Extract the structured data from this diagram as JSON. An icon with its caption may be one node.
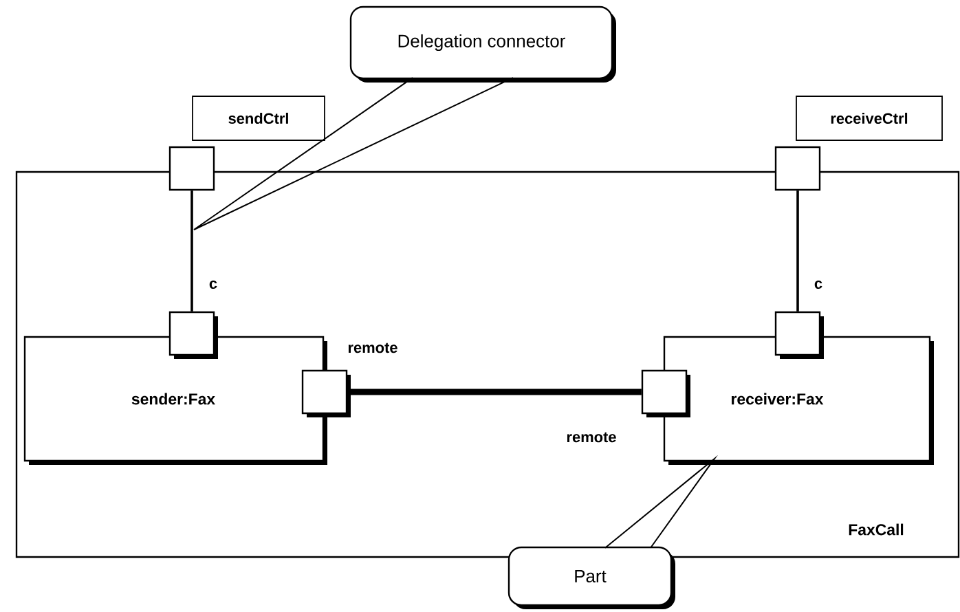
{
  "diagram": {
    "nodes": [
      {
        "text": [
          "FaxCall"
        ]
      },
      {
        "text": [
          "sender:Fax"
        ],
        "in": 0
      },
      {
        "text": [
          "receiver:Fax"
        ],
        "in": 0
      },
      {
        "text": [
          "sendCtrl"
        ]
      },
      {
        "text": [
          "receiveCtrl"
        ]
      },
      {
        "text": [],
        "shape": "box"
      },
      {
        "text": [],
        "shape": "box"
      },
      {
        "text": [],
        "shape": "box",
        "in": 0,
        "beside": [
          "c"
        ]
      },
      {
        "text": [],
        "shape": "box",
        "in": 0,
        "beside": [
          "remote"
        ]
      },
      {
        "text": [],
        "shape": "box",
        "in": 0,
        "beside": [
          "remote"
        ]
      },
      {
        "text": [],
        "shape": "box",
        "in": 0,
        "beside": [
          "c"
        ]
      },
      {
        "text": [
          "Delegation connector"
        ]
      },
      {
        "text": [
          "Part"
        ]
      }
    ],
    "edges": [
      {
        "from": 5,
        "to": 7,
        "arrow": "none"
      },
      {
        "from": 6,
        "to": 10,
        "arrow": "none"
      },
      {
        "from": 8,
        "to": 9,
        "arrow": "none",
        "style": "thick"
      },
      {
        "from": 11,
        "to": null,
        "arrow": "none"
      },
      {
        "from": 12,
        "to": 2,
        "arrow": "none"
      }
    ]
  }
}
